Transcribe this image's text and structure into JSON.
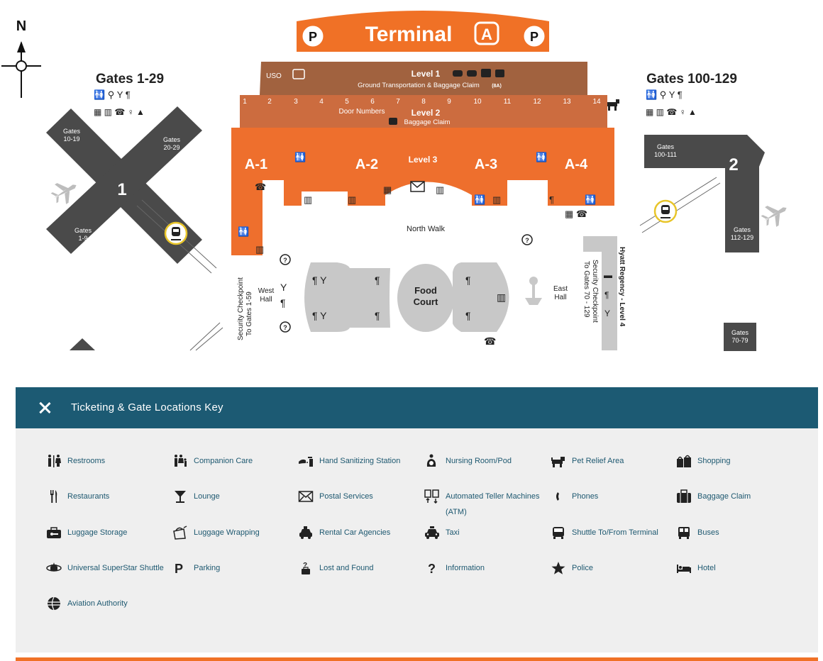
{
  "map": {
    "terminal_title": "Terminal",
    "terminal_letter": "A",
    "parking_symbol": "P",
    "compass": "N",
    "gates_left_title": "Gates 1-29",
    "gates_right_title": "Gates 100-129",
    "concourse_1": "1",
    "concourse_2": "2",
    "gates_10_19": [
      "Gates",
      "10-19"
    ],
    "gates_20_29": [
      "Gates",
      "20-29"
    ],
    "gates_1_9": [
      "Gates",
      "1-9"
    ],
    "gates_100_111": [
      "Gates",
      "100-111"
    ],
    "gates_112_129": [
      "Gates",
      "112-129"
    ],
    "gates_70_79": [
      "Gates",
      "70-79"
    ],
    "uso": "USO",
    "level1_title": "Level 1",
    "level1_sub": "Ground Transportation & Baggage Claim",
    "level1_sub_tag": "(8A)",
    "door_numbers": [
      "1",
      "2",
      "3",
      "4",
      "5",
      "6",
      "7",
      "8",
      "9",
      "10",
      "11",
      "12",
      "13",
      "14"
    ],
    "door_numbers_label": "Door Numbers",
    "level2_title": "Level 2",
    "level2_sub": "Baggage Claim",
    "level3_title": "Level 3",
    "sections": [
      "A-1",
      "A-2",
      "A-3",
      "A-4"
    ],
    "north_walk": "North Walk",
    "west_hall": [
      "West",
      "Hall"
    ],
    "east_hall": [
      "East",
      "Hall"
    ],
    "food_court": [
      "Food",
      "Court"
    ],
    "security_west": [
      "Security Checkpoint",
      "To Gates 1-59"
    ],
    "security_east": [
      "Security Checkpoint",
      "To Gates 70 - 129"
    ],
    "hyatt": "Hyatt Regency - Level 4"
  },
  "key": {
    "title": "Ticketing & Gate Locations Key",
    "items": [
      {
        "label": "Restrooms",
        "icon": "restroom-icon"
      },
      {
        "label": "Companion Care",
        "icon": "companion-care-icon"
      },
      {
        "label": "Hand Sanitizing Station",
        "icon": "hand-sanitizer-icon"
      },
      {
        "label": "Nursing Room/Pod",
        "icon": "nursing-room-icon"
      },
      {
        "label": "Pet Relief Area",
        "icon": "pet-relief-icon"
      },
      {
        "label": "Shopping",
        "icon": "shopping-icon"
      },
      {
        "label": "Restaurants",
        "icon": "restaurant-icon"
      },
      {
        "label": "Lounge",
        "icon": "lounge-icon"
      },
      {
        "label": "Postal Services",
        "icon": "postal-icon"
      },
      {
        "label": "Automated Teller Machines (ATM)",
        "icon": "atm-icon"
      },
      {
        "label": "Phones",
        "icon": "phone-icon"
      },
      {
        "label": "Baggage Claim",
        "icon": "baggage-claim-icon"
      },
      {
        "label": "Luggage Storage",
        "icon": "luggage-storage-icon"
      },
      {
        "label": "Luggage Wrapping",
        "icon": "luggage-wrapping-icon"
      },
      {
        "label": "Rental Car Agencies",
        "icon": "rental-car-icon"
      },
      {
        "label": "Taxi",
        "icon": "taxi-icon"
      },
      {
        "label": "Shuttle To/From Terminal",
        "icon": "shuttle-icon"
      },
      {
        "label": "Buses",
        "icon": "bus-icon"
      },
      {
        "label": "Universal SuperStar Shuttle",
        "icon": "superstar-shuttle-icon"
      },
      {
        "label": "Parking",
        "icon": "parking-icon"
      },
      {
        "label": "Lost and Found",
        "icon": "lost-found-icon"
      },
      {
        "label": "Information",
        "icon": "information-icon"
      },
      {
        "label": "Police",
        "icon": "police-icon"
      },
      {
        "label": "Hotel",
        "icon": "hotel-icon"
      },
      {
        "label": "Aviation Authority",
        "icon": "aviation-authority-icon"
      }
    ]
  },
  "colors": {
    "orange": "#f07126",
    "brown": "#a1623f",
    "rust": "#cc6c3f",
    "dark_gray": "#4a4a4a",
    "light_gray": "#c8c8c8",
    "key_header": "#1c5a73",
    "key_body": "#efefef",
    "key_text": "#1d5870"
  }
}
